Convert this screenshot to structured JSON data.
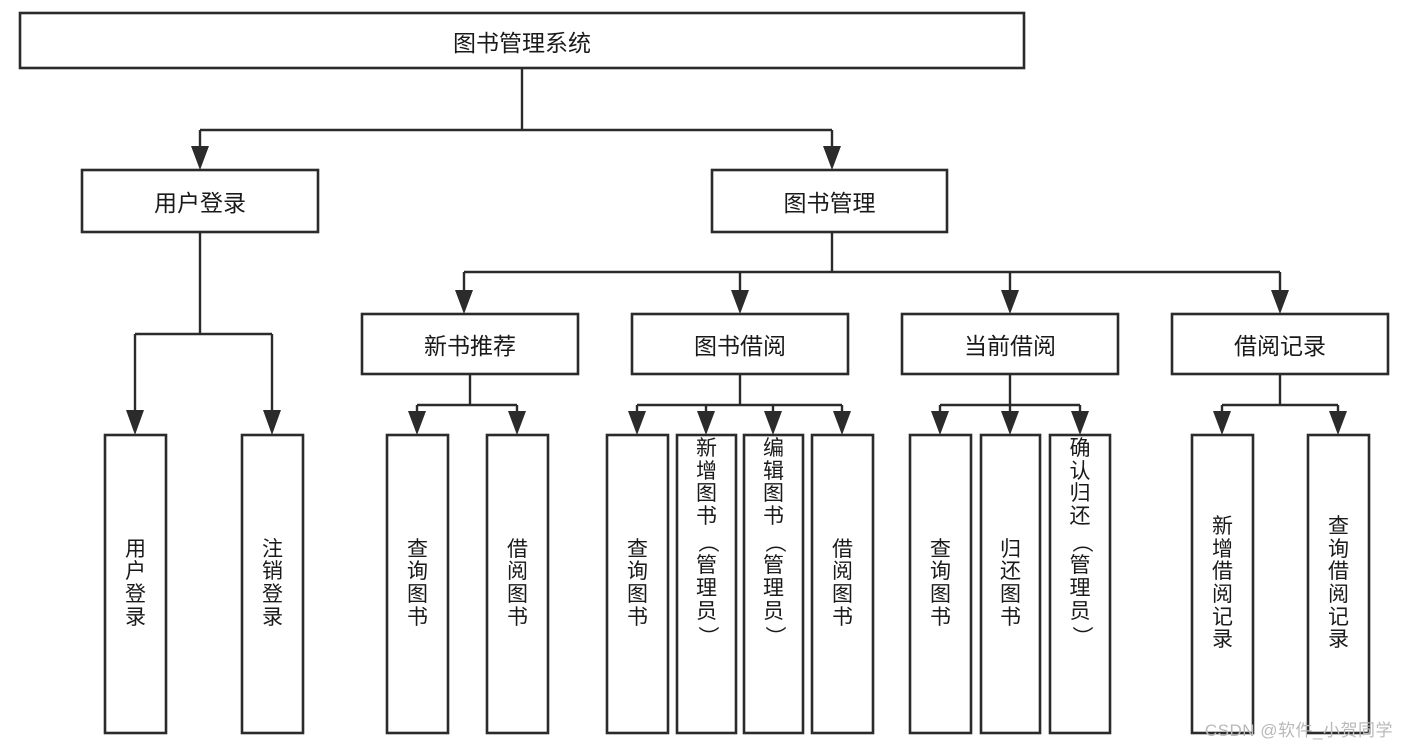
{
  "diagram": {
    "type": "hierarchy-tree",
    "title": "图书管理系统",
    "watermark": "CSDN @软件_小贺同学",
    "colors": {
      "box_stroke": "#2b2b2b",
      "box_fill": "#ffffff",
      "text": "#1a1a1a",
      "background": "#ffffff",
      "watermark": "#b9b9b9"
    },
    "root": {
      "label": "图书管理系统"
    },
    "level2": [
      {
        "label": "用户登录"
      },
      {
        "label": "图书管理"
      }
    ],
    "level3": [
      {
        "label": "新书推荐"
      },
      {
        "label": "图书借阅"
      },
      {
        "label": "当前借阅"
      },
      {
        "label": "借阅记录"
      }
    ],
    "leaves": {
      "user_login": [
        {
          "label": "用户登录"
        },
        {
          "label": "注销登录"
        }
      ],
      "new_book_recommend": [
        {
          "label": "查询图书"
        },
        {
          "label": "借阅图书"
        }
      ],
      "book_borrow": [
        {
          "label": "查询图书"
        },
        {
          "label": "新增图书（管理员）"
        },
        {
          "label": "编辑图书（管理员）"
        },
        {
          "label": "借阅图书"
        }
      ],
      "current_borrow": [
        {
          "label": "查询图书"
        },
        {
          "label": "归还图书"
        },
        {
          "label": "确认归还（管理员）"
        }
      ],
      "borrow_record": [
        {
          "label": "新增借阅记录"
        },
        {
          "label": "查询借阅记录"
        }
      ]
    }
  }
}
